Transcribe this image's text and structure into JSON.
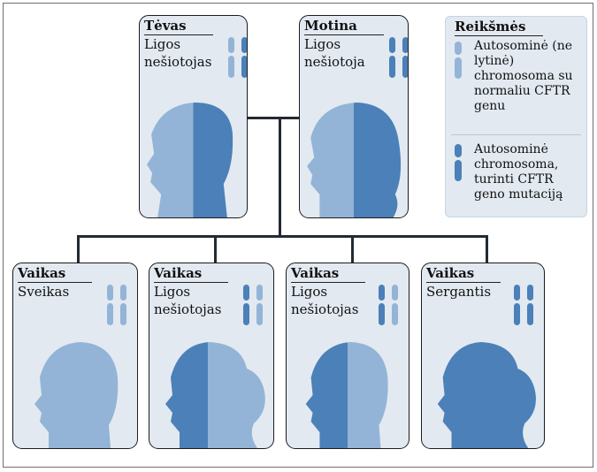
{
  "legend": {
    "title": "Reikšmės",
    "normal_text": "Autosominė (ne lytinė) chromosoma su normaliu CFTR genu",
    "mutation_text": "Autosominė chromosoma, turinti CFTR geno mutaciją"
  },
  "parents": [
    {
      "title": "Tėvas",
      "status": "Ligos nešiotojas",
      "chromosomes": [
        "normal",
        "mutation"
      ],
      "face": "left-light-right-dark"
    },
    {
      "title": "Motina",
      "status": "Ligos nešiotoja",
      "chromosomes": [
        "mutation",
        "mutation"
      ],
      "face": "left-light-right-dark"
    }
  ],
  "children": [
    {
      "title": "Vaikas",
      "status": "Sveikas",
      "chromosomes": [
        "normal",
        "normal"
      ],
      "face": "all-light"
    },
    {
      "title": "Vaikas",
      "status": "Ligos nešiotojas",
      "chromosomes": [
        "mutation",
        "normal"
      ],
      "face": "left-dark-right-light"
    },
    {
      "title": "Vaikas",
      "status": "Ligos nešiotojas",
      "chromosomes": [
        "mutation",
        "normal"
      ],
      "face": "left-dark-right-light"
    },
    {
      "title": "Vaikas",
      "status": "Sergantis",
      "chromosomes": [
        "mutation",
        "mutation"
      ],
      "face": "all-dark"
    }
  ],
  "colors": {
    "normal": "#93b4d6",
    "mutation": "#4b80b8",
    "card_bg": "#e2e9f1",
    "connector": "#222a33"
  }
}
